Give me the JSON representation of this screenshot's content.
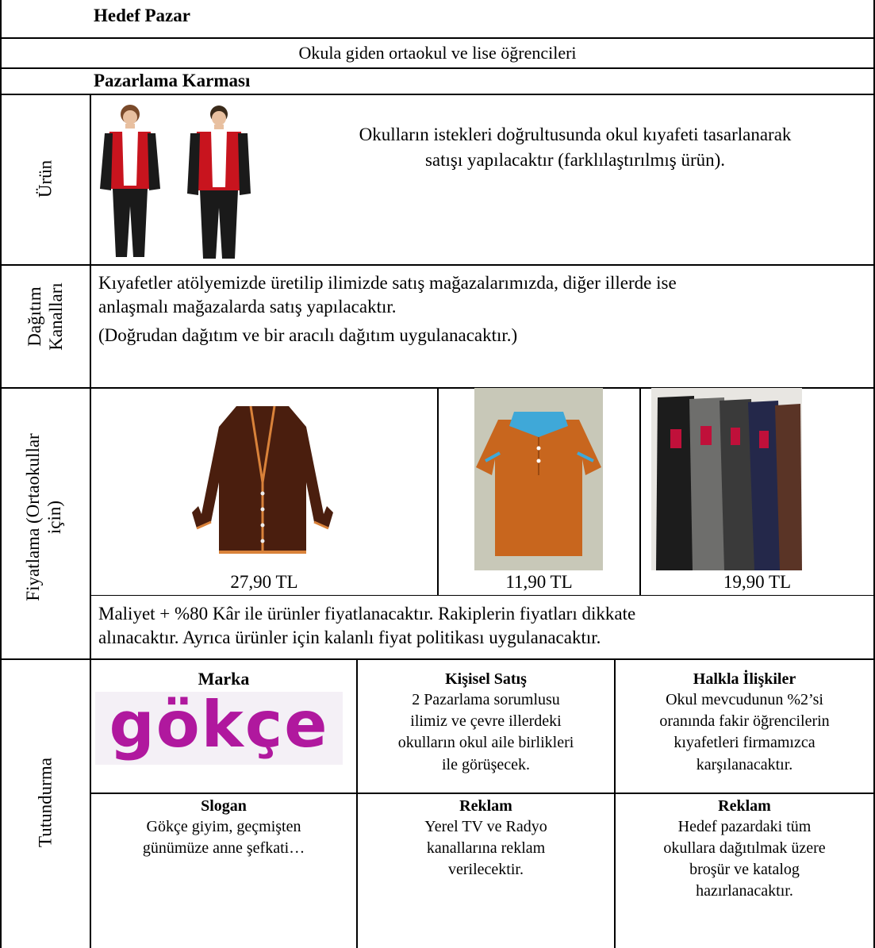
{
  "header": {
    "title": "Hedef Pazar",
    "target_market": "Okula giden ortaokul ve lise öğrencileri",
    "mix_title": "Pazarlama Karması"
  },
  "urun": {
    "label": "Ürün",
    "text_line1": "Okulların istekleri doğrultusunda okul kıyafeti tasarlanarak",
    "text_line2": "satışı yapılacaktır (farklılaştırılmış ürün)."
  },
  "dagitim": {
    "label_line1": "Dağıtım",
    "label_line2": "Kanalları",
    "line1": "Kıyafetler atölyemizde üretilip ilimizde satış mağazalarımızda, diğer illerde ise",
    "line2": "anlaşmalı mağazalarda satış yapılacaktır.",
    "line3": "(Doğrudan dağıtım ve bir aracılı dağıtım uygulanacaktır.)"
  },
  "fiyatlama": {
    "label_line1": "Fiyatlama (Ortaokullar",
    "label_line2": "için)",
    "prices": [
      "27,90 TL",
      "11,90 TL",
      "19,90 TL"
    ],
    "note_line1": "Maliyet + %80 Kâr ile ürünler fiyatlanacaktır. Rakiplerin fiyatları dikkate",
    "note_line2": "alınacaktır. Ayrıca ürünler için kalanlı fiyat politikası uygulanacaktır."
  },
  "tutundurma": {
    "label": "Tutundurma",
    "marka_title": "Marka",
    "logo_text": "gökçe",
    "kisisel": {
      "title": "Kişisel Satış",
      "lines": [
        "2 Pazarlama sorumlusu",
        "ilimiz ve çevre illerdeki",
        "okulların okul aile birlikleri",
        "ile görüşecek."
      ]
    },
    "halkla": {
      "title": "Halkla İlişkiler",
      "lines": [
        "Okul mevcudunun %2’si",
        "oranında fakir öğrencilerin",
        "kıyafetleri firmamızca",
        "karşılanacaktır."
      ]
    },
    "slogan": {
      "title": "Slogan",
      "lines": [
        "Gökçe giyim, geçmişten",
        "günümüze anne şefkati…"
      ]
    },
    "reklam1": {
      "title": "Reklam",
      "lines": [
        "Yerel TV ve Radyo",
        "kanallarına reklam",
        "verilecektir."
      ]
    },
    "reklam2": {
      "title": "Reklam",
      "lines": [
        "Hedef pazardaki tüm",
        "okullara dağıtılmak üzere",
        "broşür ve katalog",
        "hazırlanacaktır."
      ]
    }
  },
  "colors": {
    "jacket_red": "#c8141e",
    "sleeve_black": "#1a1a1a",
    "cardigan_brown": "#4a1e0e",
    "cardigan_trim": "#d9823a",
    "polo_orange": "#c8661e",
    "polo_collar": "#3fa8d8",
    "logo_purple": "#b0189e"
  }
}
